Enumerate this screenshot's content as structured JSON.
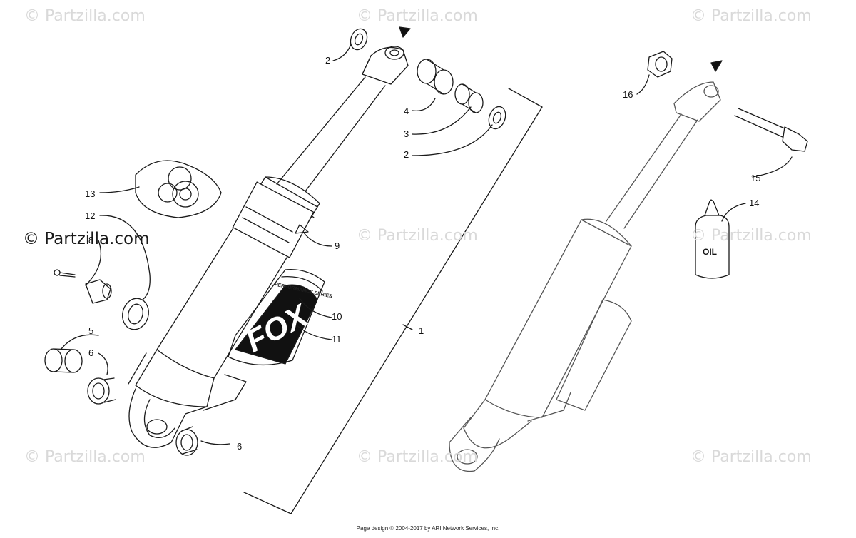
{
  "watermark_text": "© Partzilla.com",
  "watermark_main": "© Partzilla.com",
  "callouts": {
    "c1": "1",
    "c2a": "2",
    "c2b": "2",
    "c3": "3",
    "c4": "4",
    "c5": "5",
    "c6a": "6",
    "c6b": "6",
    "c8": "8",
    "c9": "9",
    "c10": "10",
    "c11": "11",
    "c12": "12",
    "c13": "13",
    "c14": "14",
    "c15": "15",
    "c16": "16"
  },
  "oil_label": "OIL",
  "fox_logo": "FOX",
  "performance_text": "PERFORMANCE SERIES",
  "footer": "Page design © 2004-2017 by ARI Network Services, Inc."
}
